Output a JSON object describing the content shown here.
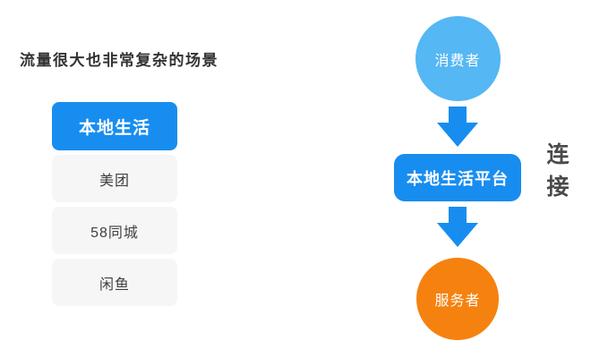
{
  "title": "流量很大也非常复杂的场景",
  "platform_list": {
    "items": [
      {
        "label": "本地生活",
        "active": true
      },
      {
        "label": "美团",
        "active": false
      },
      {
        "label": "58同城",
        "active": false
      },
      {
        "label": "闲鱼",
        "active": false
      }
    ]
  },
  "flow": {
    "consumer_label": "消费者",
    "platform_label": "本地生活平台",
    "provider_label": "服务者",
    "side_label": "连接",
    "arrow_icon": "down-arrow"
  },
  "colors": {
    "accent_blue": "#188df0",
    "light_blue": "#55b7f3",
    "orange": "#f5820f",
    "item_gray_bg": "#f6f6f7",
    "text_dark": "#333333",
    "side_label_color": "#4a4a4a"
  }
}
